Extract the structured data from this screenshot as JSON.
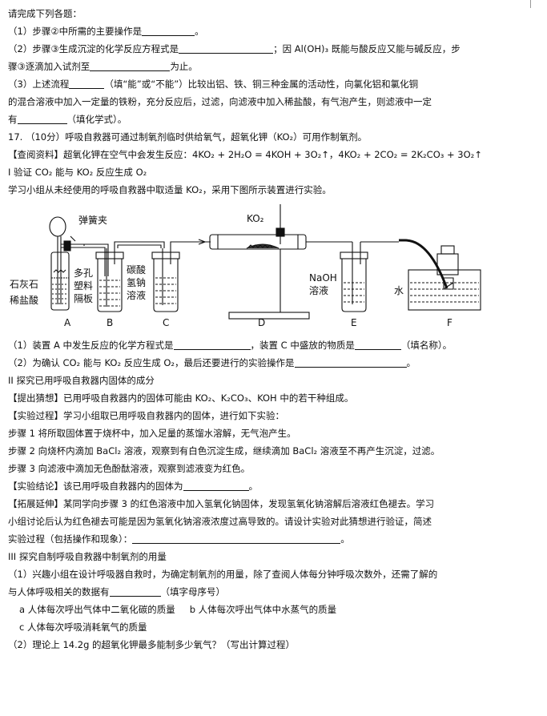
{
  "lines_top": [
    {
      "id": "l1",
      "text": "请完成下列各题："
    },
    {
      "id": "l2",
      "pre": "（1）步骤②中所需的主要操作是",
      "post": "。"
    },
    {
      "id": "l3",
      "pre": "（2）步骤③生成沉淀的化学反应方程式是",
      "mid": "；因 Al(OH)₃ 既能与酸反应又能与碱反应，步"
    },
    {
      "id": "l4",
      "pre": "骤③逐滴加入试剂至",
      "post": "为止。"
    },
    {
      "id": "l5",
      "pre": "（3）上述流程",
      "post": "（填“能”或“不能”）比较出铝、铁、铜三种金属的活动性，向氯化铝和氯化铜"
    },
    {
      "id": "l6",
      "text": "的混合溶液中加入一定量的铁粉，充分反应后，过滤，向滤液中加入稀盐酸，有气泡产生，则滤液中一定"
    },
    {
      "id": "l7",
      "pre": "有",
      "post": "（填化学式）。"
    },
    {
      "id": "l8",
      "text": "17. （10分）呼吸自救器可通过制氧剂临时供给氧气，超氧化钾（KO₂）可用作制氧剂。"
    },
    {
      "id": "l9",
      "text": "【查阅资料】超氧化钾在空气中会发生反应：4KO₂ + 2H₂O = 4KOH + 3O₂↑，4KO₂ + 2CO₂ = 2K₂CO₃ + 3O₂↑"
    },
    {
      "id": "l10",
      "text": "I 验证 CO₂ 能与 KO₂ 反应生成 O₂"
    },
    {
      "id": "l11",
      "text": "学习小组从未经使用的呼吸自救器中取适量 KO₂，采用下图所示装置进行实验。"
    }
  ],
  "diagram": {
    "labels": {
      "spring_clip": "弹簧夹",
      "limestone": "石灰石",
      "dilute_hcl": "稀盐酸",
      "porous_plate": [
        "多孔",
        "塑料",
        "隔板"
      ],
      "nahco3": [
        "碳酸",
        "氢钠",
        "溶液"
      ],
      "ko2": "KO₂",
      "naoh": [
        "NaOH",
        "溶液"
      ],
      "water": "水"
    },
    "apparatus_letters": [
      "A",
      "B",
      "C",
      "D",
      "E",
      "F"
    ]
  },
  "lines_bottom": [
    {
      "id": "b1",
      "pre": "（1）装置 A 中发生反应的化学方程式是",
      "mid": "，装置 C 中盛放的物质是",
      "post": "（填名称）。"
    },
    {
      "id": "b2",
      "pre": "（2）为确认 CO₂ 能与 KO₂ 反应生成 O₂，最后还要进行的实验操作是",
      "post": "。"
    },
    {
      "id": "b3",
      "text": "II 探究已用呼吸自救器内固体的成分"
    },
    {
      "id": "b4",
      "text": "【提出猜想】已用呼吸自救器内的固体可能由 KO₂、K₂CO₃、KOH 中的若干种组成。"
    },
    {
      "id": "b5",
      "text": "【实验过程】学习小组取已用呼吸自救器内的固体，进行如下实验："
    },
    {
      "id": "b6",
      "text": "步骤 1 将所取固体置于烧杯中，加入足量的蒸馏水溶解，无气泡产生。"
    },
    {
      "id": "b7",
      "text": "步骤 2 向烧杯内滴加 BaCl₂ 溶液，观察到有白色沉淀生成，继续滴加 BaCl₂ 溶液至不再产生沉淀，过滤。"
    },
    {
      "id": "b8",
      "text": "步骤 3 向滤液中滴加无色酚酞溶液，观察到滤液变为红色。"
    },
    {
      "id": "b9",
      "pre": "【实验结论】该已用呼吸自救器内的固体为",
      "post": "。"
    },
    {
      "id": "b10",
      "text": "【拓展延伸】某同学向步骤 3 的红色溶液中加入氢氧化钠固体，发现氢氧化钠溶解后溶液红色褪去。学习"
    },
    {
      "id": "b11",
      "text": "小组讨论后认为红色褪去可能是因为氢氧化钠溶液浓度过高导致的。请设计实验对此猜想进行验证，简述"
    },
    {
      "id": "b12",
      "pre": "实验过程（包括操作和现象）：",
      "post": "。"
    },
    {
      "id": "b13",
      "text": "III 探究自制呼吸自救器中制氧剂的用量"
    },
    {
      "id": "b14",
      "text": "（1）兴趣小组在设计呼吸器自救时，为确定制氧剂的用量，除了查阅人体每分钟呼吸次数外，还需了解的"
    },
    {
      "id": "b15",
      "pre": "与人体呼吸相关的数据有",
      "post": "（填字母序号）"
    },
    {
      "id": "b16",
      "a": "a 人体每次呼出气体中二氧化碳的质量",
      "b": "b 人体每次呼出气体中水蒸气的质量"
    },
    {
      "id": "b17",
      "text": "c 人体每次呼吸消耗氧气的质量"
    },
    {
      "id": "b18",
      "text": "（2）理论上 14.2g 的超氧化钾最多能制多少氧气？（写出计算过程）"
    }
  ]
}
